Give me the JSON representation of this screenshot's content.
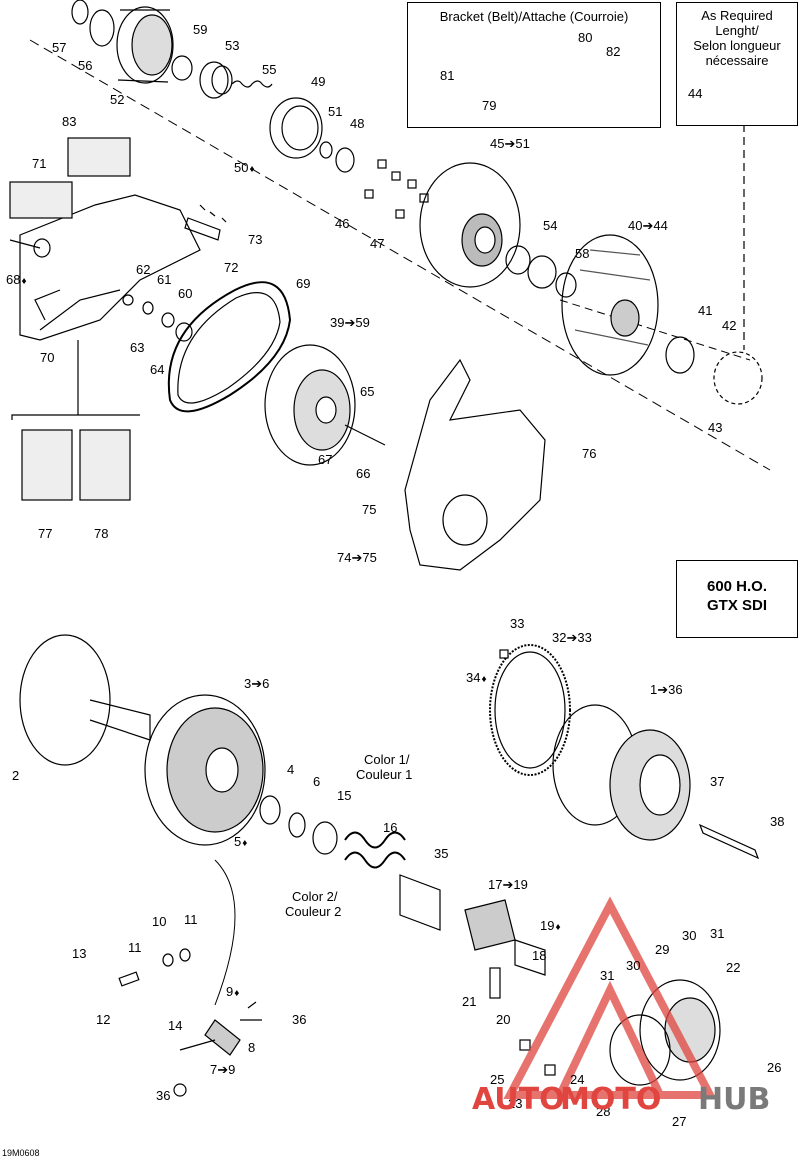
{
  "diagram_code": "19M0608",
  "model_box": {
    "line1": "600 H.O.",
    "line2": "GTX SDI"
  },
  "bracket_box": {
    "title": "Bracket (Belt)/Attache (Courroie)"
  },
  "required_box": {
    "line1": "As Required",
    "line2": "Lenght/",
    "line3": "Selon longueur",
    "line4": "nécessaire"
  },
  "color_labels": {
    "c1a": "Color 1/",
    "c1b": "Couleur 1",
    "c2a": "Color 2/",
    "c2b": "Couleur 2"
  },
  "watermark": {
    "part1": "AUTO",
    "part2": "MOTO",
    "part3": "HUB",
    "accent": "#e0453f",
    "gray": "#7a7a7a"
  },
  "callouts": [
    "57",
    "56",
    "52",
    "59",
    "53",
    "55",
    "49",
    "50",
    "51",
    "48",
    "83",
    "71",
    "73",
    "72",
    "68",
    "62",
    "61",
    "60",
    "63",
    "64",
    "70",
    "69",
    "46",
    "47",
    "45➔51",
    "54",
    "58",
    "40➔44",
    "41",
    "42",
    "43",
    "39➔59",
    "65",
    "66",
    "67",
    "76",
    "75",
    "74➔75",
    "77",
    "78",
    "81",
    "80",
    "82",
    "79",
    "44",
    "33",
    "32➔33",
    "34",
    "1➔36",
    "3➔6",
    "2",
    "4",
    "6",
    "15",
    "5",
    "16",
    "35",
    "17➔19",
    "19",
    "37",
    "38",
    "10",
    "11",
    "11",
    "13",
    "12",
    "9",
    "36",
    "14",
    "8",
    "7➔9",
    "36",
    "18",
    "29",
    "30",
    "31",
    "22",
    "31",
    "30",
    "21",
    "20",
    "25",
    "24",
    "23",
    "26",
    "28",
    "27"
  ],
  "lube_icons": [
    "50",
    "68",
    "67",
    "34",
    "5",
    "9",
    "19"
  ]
}
